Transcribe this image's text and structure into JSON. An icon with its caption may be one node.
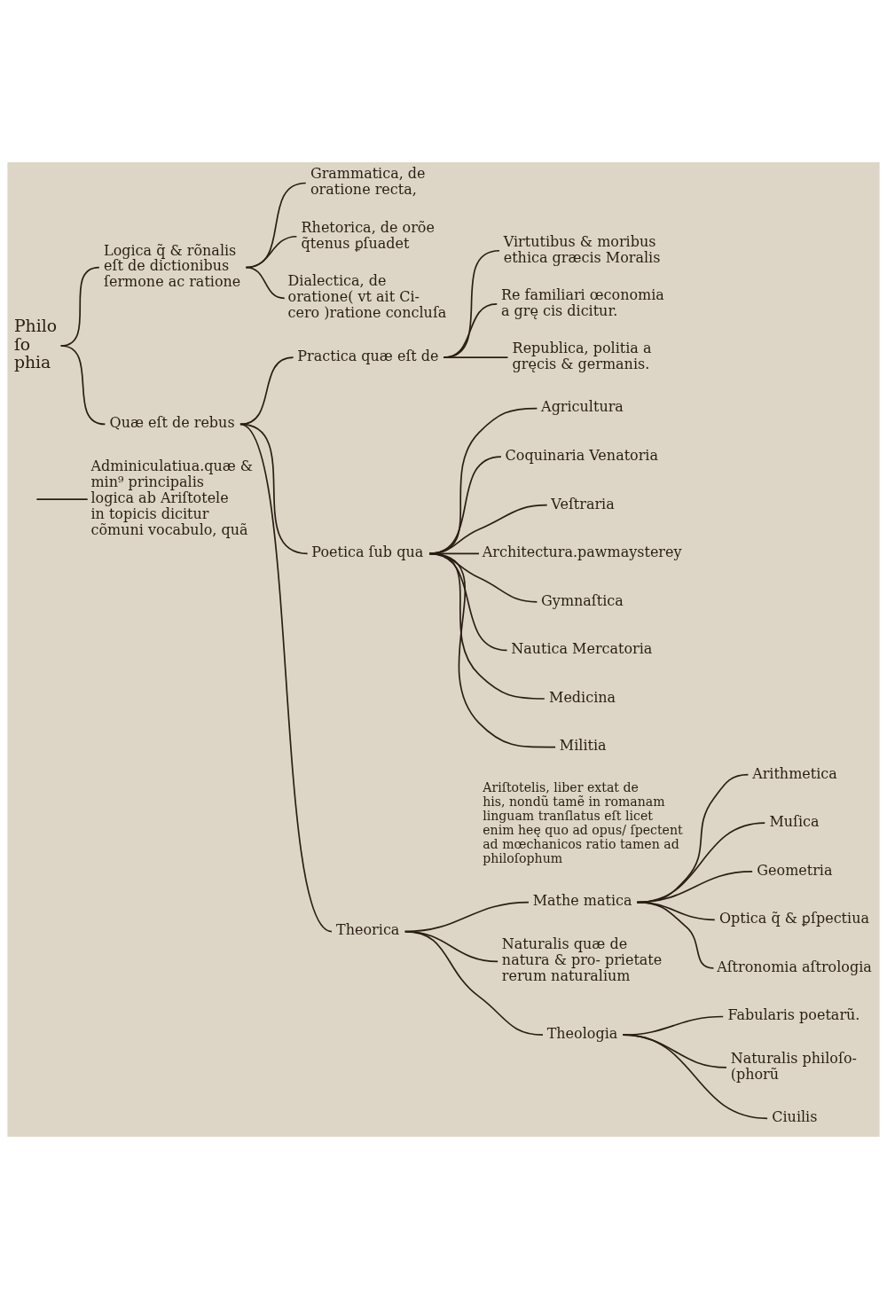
{
  "diagram": {
    "nodes": [
      {
        "text": [
          "Philo ſo phia"
        ]
      },
      {
        "text": [
          "Logica q̃ & rõnalis eſt de dictionibus ſermone ac ratione"
        ]
      },
      {
        "text": [
          "Grammatica, de oratione recta,"
        ]
      },
      {
        "text": [
          "Rhetorica, de orõe q̃tenus ꝑſuadet"
        ]
      },
      {
        "text": [
          "Dialectica, de oratione( vt ait Ci- cero )ratione concluſa"
        ]
      },
      {
        "text": [
          "Quæ eſt de rebus"
        ]
      },
      {
        "text": [
          "Practica quæ eſt de"
        ]
      },
      {
        "text": [
          "Virtutibus & moribus ethica græcis Moralis"
        ]
      },
      {
        "text": [
          "Re familiari œconomia a grę cis dicitur."
        ]
      },
      {
        "text": [
          "Republica, politia a gręcis & germanis."
        ]
      },
      {
        "text": [
          "Poetica ſub qua"
        ]
      },
      {
        "text": [
          "Agricultura"
        ]
      },
      {
        "text": [
          "Coquinaria Venatoria"
        ]
      },
      {
        "text": [
          "Veſtraria"
        ]
      },
      {
        "text": [
          "Architectura.pawmaysterey"
        ]
      },
      {
        "text": [
          "Gymnaſtica"
        ]
      },
      {
        "text": [
          "Nautica Mercatoria"
        ]
      },
      {
        "text": [
          "Medicina"
        ]
      },
      {
        "text": [
          "Militia"
        ]
      },
      {
        "text": [
          "Theorica"
        ]
      },
      {
        "text": [
          "Mathe matica"
        ]
      },
      {
        "text": [
          "Arithmetica"
        ]
      },
      {
        "text": [
          "Muſica"
        ]
      },
      {
        "text": [
          "Geometria"
        ]
      },
      {
        "text": [
          "Optica q̃ & ꝑſpectiua"
        ]
      },
      {
        "text": [
          "Aſtronomia aſtrologia"
        ]
      },
      {
        "text": [
          "Naturalis quæ de natura & pro- prietate rerum naturalium"
        ]
      },
      {
        "text": [
          "Theologia"
        ]
      },
      {
        "text": [
          "Fabularis poetarũ."
        ]
      },
      {
        "text": [
          "Naturalis philoſo- (phorũ"
        ]
      },
      {
        "text": [
          "Ciuilis"
        ]
      },
      {
        "text": [
          "Adminiculatiua.quæ & min⁹ principalis logica ab Ariſtotele in topicis dicitur cõmuni vocabulo, quã"
        ]
      }
    ],
    "edges": [
      {
        "from": 0,
        "to": 1,
        "arrow": "none"
      },
      {
        "from": 0,
        "to": 5,
        "arrow": "none"
      },
      {
        "from": 1,
        "to": 2,
        "arrow": "none"
      },
      {
        "from": 1,
        "to": 3,
        "arrow": "none"
      },
      {
        "from": 1,
        "to": 4,
        "arrow": "none"
      },
      {
        "from": 5,
        "to": 6,
        "arrow": "none"
      },
      {
        "from": 5,
        "to": 10,
        "arrow": "none"
      },
      {
        "from": 5,
        "to": 19,
        "arrow": "none"
      },
      {
        "from": 6,
        "to": 7,
        "arrow": "none"
      },
      {
        "from": 6,
        "to": 8,
        "arrow": "none"
      },
      {
        "from": 6,
        "to": 9,
        "arrow": "none"
      },
      {
        "from": 10,
        "to": 11,
        "arrow": "none"
      },
      {
        "from": 10,
        "to": 12,
        "arrow": "none"
      },
      {
        "from": 10,
        "to": 13,
        "arrow": "none"
      },
      {
        "from": 10,
        "to": 14,
        "arrow": "none"
      },
      {
        "from": 10,
        "to": 15,
        "arrow": "none"
      },
      {
        "from": 10,
        "to": 16,
        "arrow": "none"
      },
      {
        "from": 10,
        "to": 17,
        "arrow": "none"
      },
      {
        "from": 10,
        "to": 18,
        "arrow": "none"
      },
      {
        "from": 19,
        "to": 20,
        "arrow": "none"
      },
      {
        "from": 19,
        "to": 26,
        "arrow": "none"
      },
      {
        "from": 19,
        "to": 27,
        "arrow": "none"
      },
      {
        "from": 20,
        "to": 21,
        "arrow": "none"
      },
      {
        "from": 20,
        "to": 22,
        "arrow": "none"
      },
      {
        "from": 20,
        "to": 23,
        "arrow": "none"
      },
      {
        "from": 20,
        "to": 24,
        "arrow": "none"
      },
      {
        "from": 20,
        "to": 25,
        "arrow": "none"
      },
      {
        "from": 27,
        "to": 28,
        "arrow": "none"
      },
      {
        "from": 27,
        "to": 29,
        "arrow": "none"
      },
      {
        "from": 27,
        "to": 30,
        "arrow": "none"
      },
      {
        "from": null,
        "to": 31,
        "arrow": "none"
      }
    ],
    "labels": [
      "Ariſtotelis, liber extat de his, nondũ tamẽ in romanam linguam tranſlatus eſt licet enim heę quo ad opus/ ſpectent ad mœchanicos ratio tamen ad philoſophum"
    ]
  }
}
